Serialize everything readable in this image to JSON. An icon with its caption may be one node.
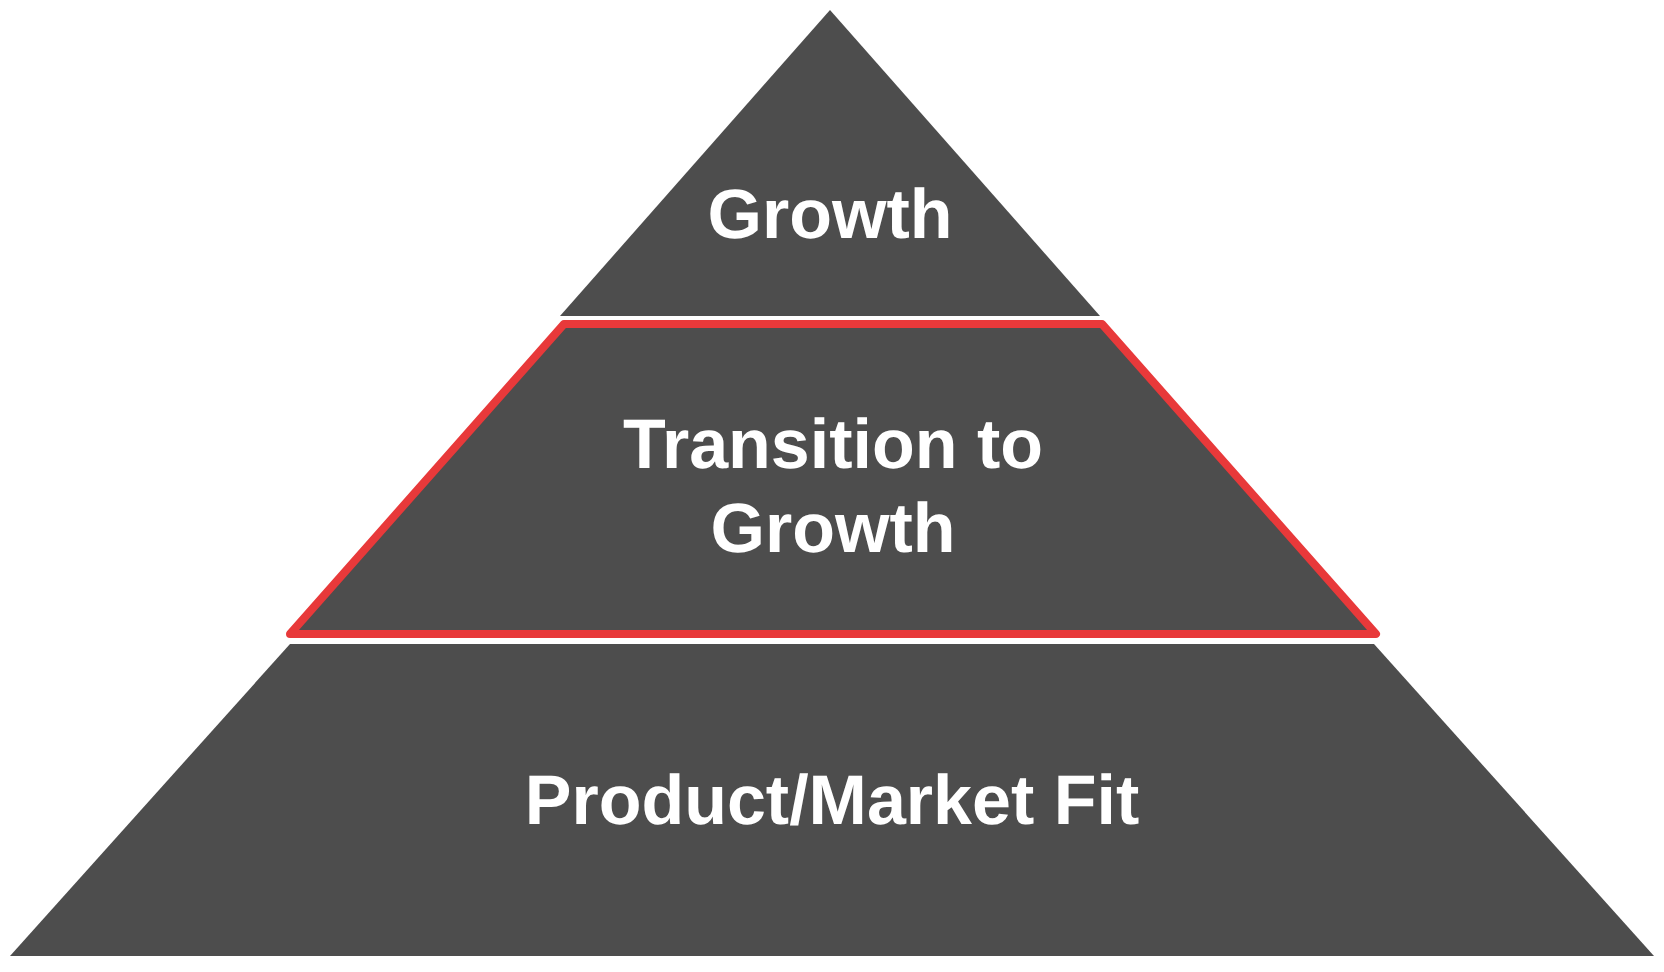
{
  "diagram": {
    "nodes": [
      {
        "text": [
          "Growth"
        ]
      },
      {
        "text": [
          "Transition to Growth"
        ]
      },
      {
        "text": [
          "Product/Market Fit"
        ]
      }
    ]
  }
}
